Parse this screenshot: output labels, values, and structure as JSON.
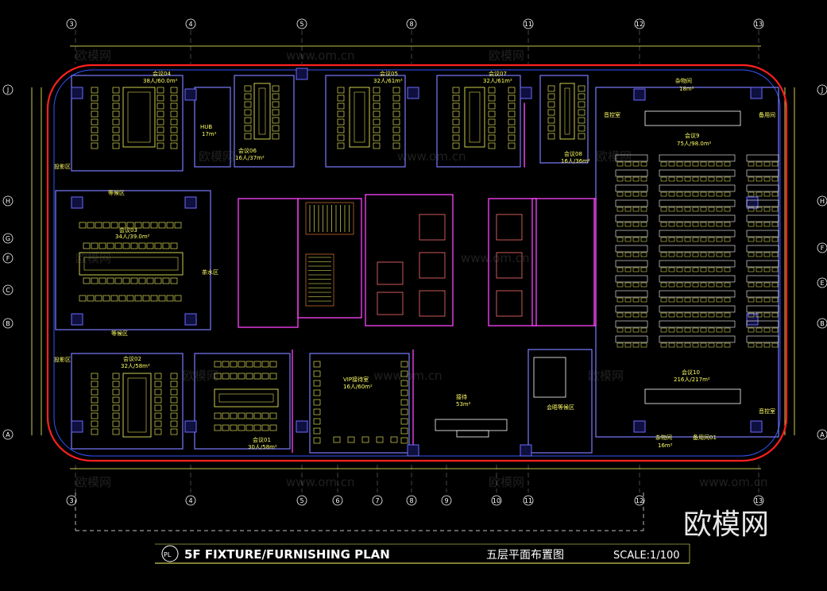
{
  "title_block": {
    "badge": "PL",
    "title_en": "5F FIXTURE/FURNISHING PLAN",
    "title_cn": "五层平面布置图",
    "scale": "SCALE:1/100"
  },
  "watermark": {
    "brand": "欧模网",
    "site": "www.om.cn"
  },
  "axes": {
    "top": [
      "3",
      "4",
      "5",
      "8",
      "11",
      "12",
      "13"
    ],
    "bottom": [
      "3",
      "4",
      "5",
      "6",
      "7",
      "8",
      "9",
      "10",
      "11",
      "12",
      "13"
    ],
    "left": [
      "J",
      "H",
      "G",
      "F",
      "C",
      "B",
      "A"
    ],
    "right": [
      "J",
      "H",
      "F",
      "E",
      "B",
      "A"
    ]
  },
  "rooms": {
    "r04": {
      "name": "会议04",
      "cap": "38人/60.0m²"
    },
    "r05": {
      "name": "会议05",
      "cap": "32人/61m²"
    },
    "r07": {
      "name": "会议07",
      "cap": "32人/61m²"
    },
    "r06": {
      "name": "会议06",
      "cap": "16人/37m²"
    },
    "r08": {
      "name": "会议08",
      "cap": "16人/36m²"
    },
    "hub": {
      "name": "HUB",
      "cap": "17m²"
    },
    "r03": {
      "name": "会议03",
      "cap": "34人/39.0m²"
    },
    "r02": {
      "name": "会议02",
      "cap": "32人/58m²"
    },
    "r01": {
      "name": "会议01",
      "cap": "30人/58m²"
    },
    "vip": {
      "name": "VIP接待室",
      "cap": "16人/60m²"
    },
    "reception": {
      "name": "接待",
      "cap": "53m²"
    },
    "r09": {
      "name": "会议9",
      "cap": "75人/98.0m²"
    },
    "r10": {
      "name": "会议10",
      "cap": "216人/217m²"
    },
    "storage_top": {
      "name": "杂物间",
      "cap": "18m²"
    },
    "storage_bot": {
      "name": "杂物间",
      "cap": "16m²"
    },
    "spare": {
      "name": "备用间01"
    },
    "waiting_top": "等候区",
    "waiting_bot": "等候区",
    "break_left": "茶水区",
    "projection_top": "投影区",
    "projection_bot": "投影区",
    "control_top": "音控室",
    "control_bot": "音控室",
    "lounge": "会晤等候区",
    "control_right": "备用间"
  }
}
